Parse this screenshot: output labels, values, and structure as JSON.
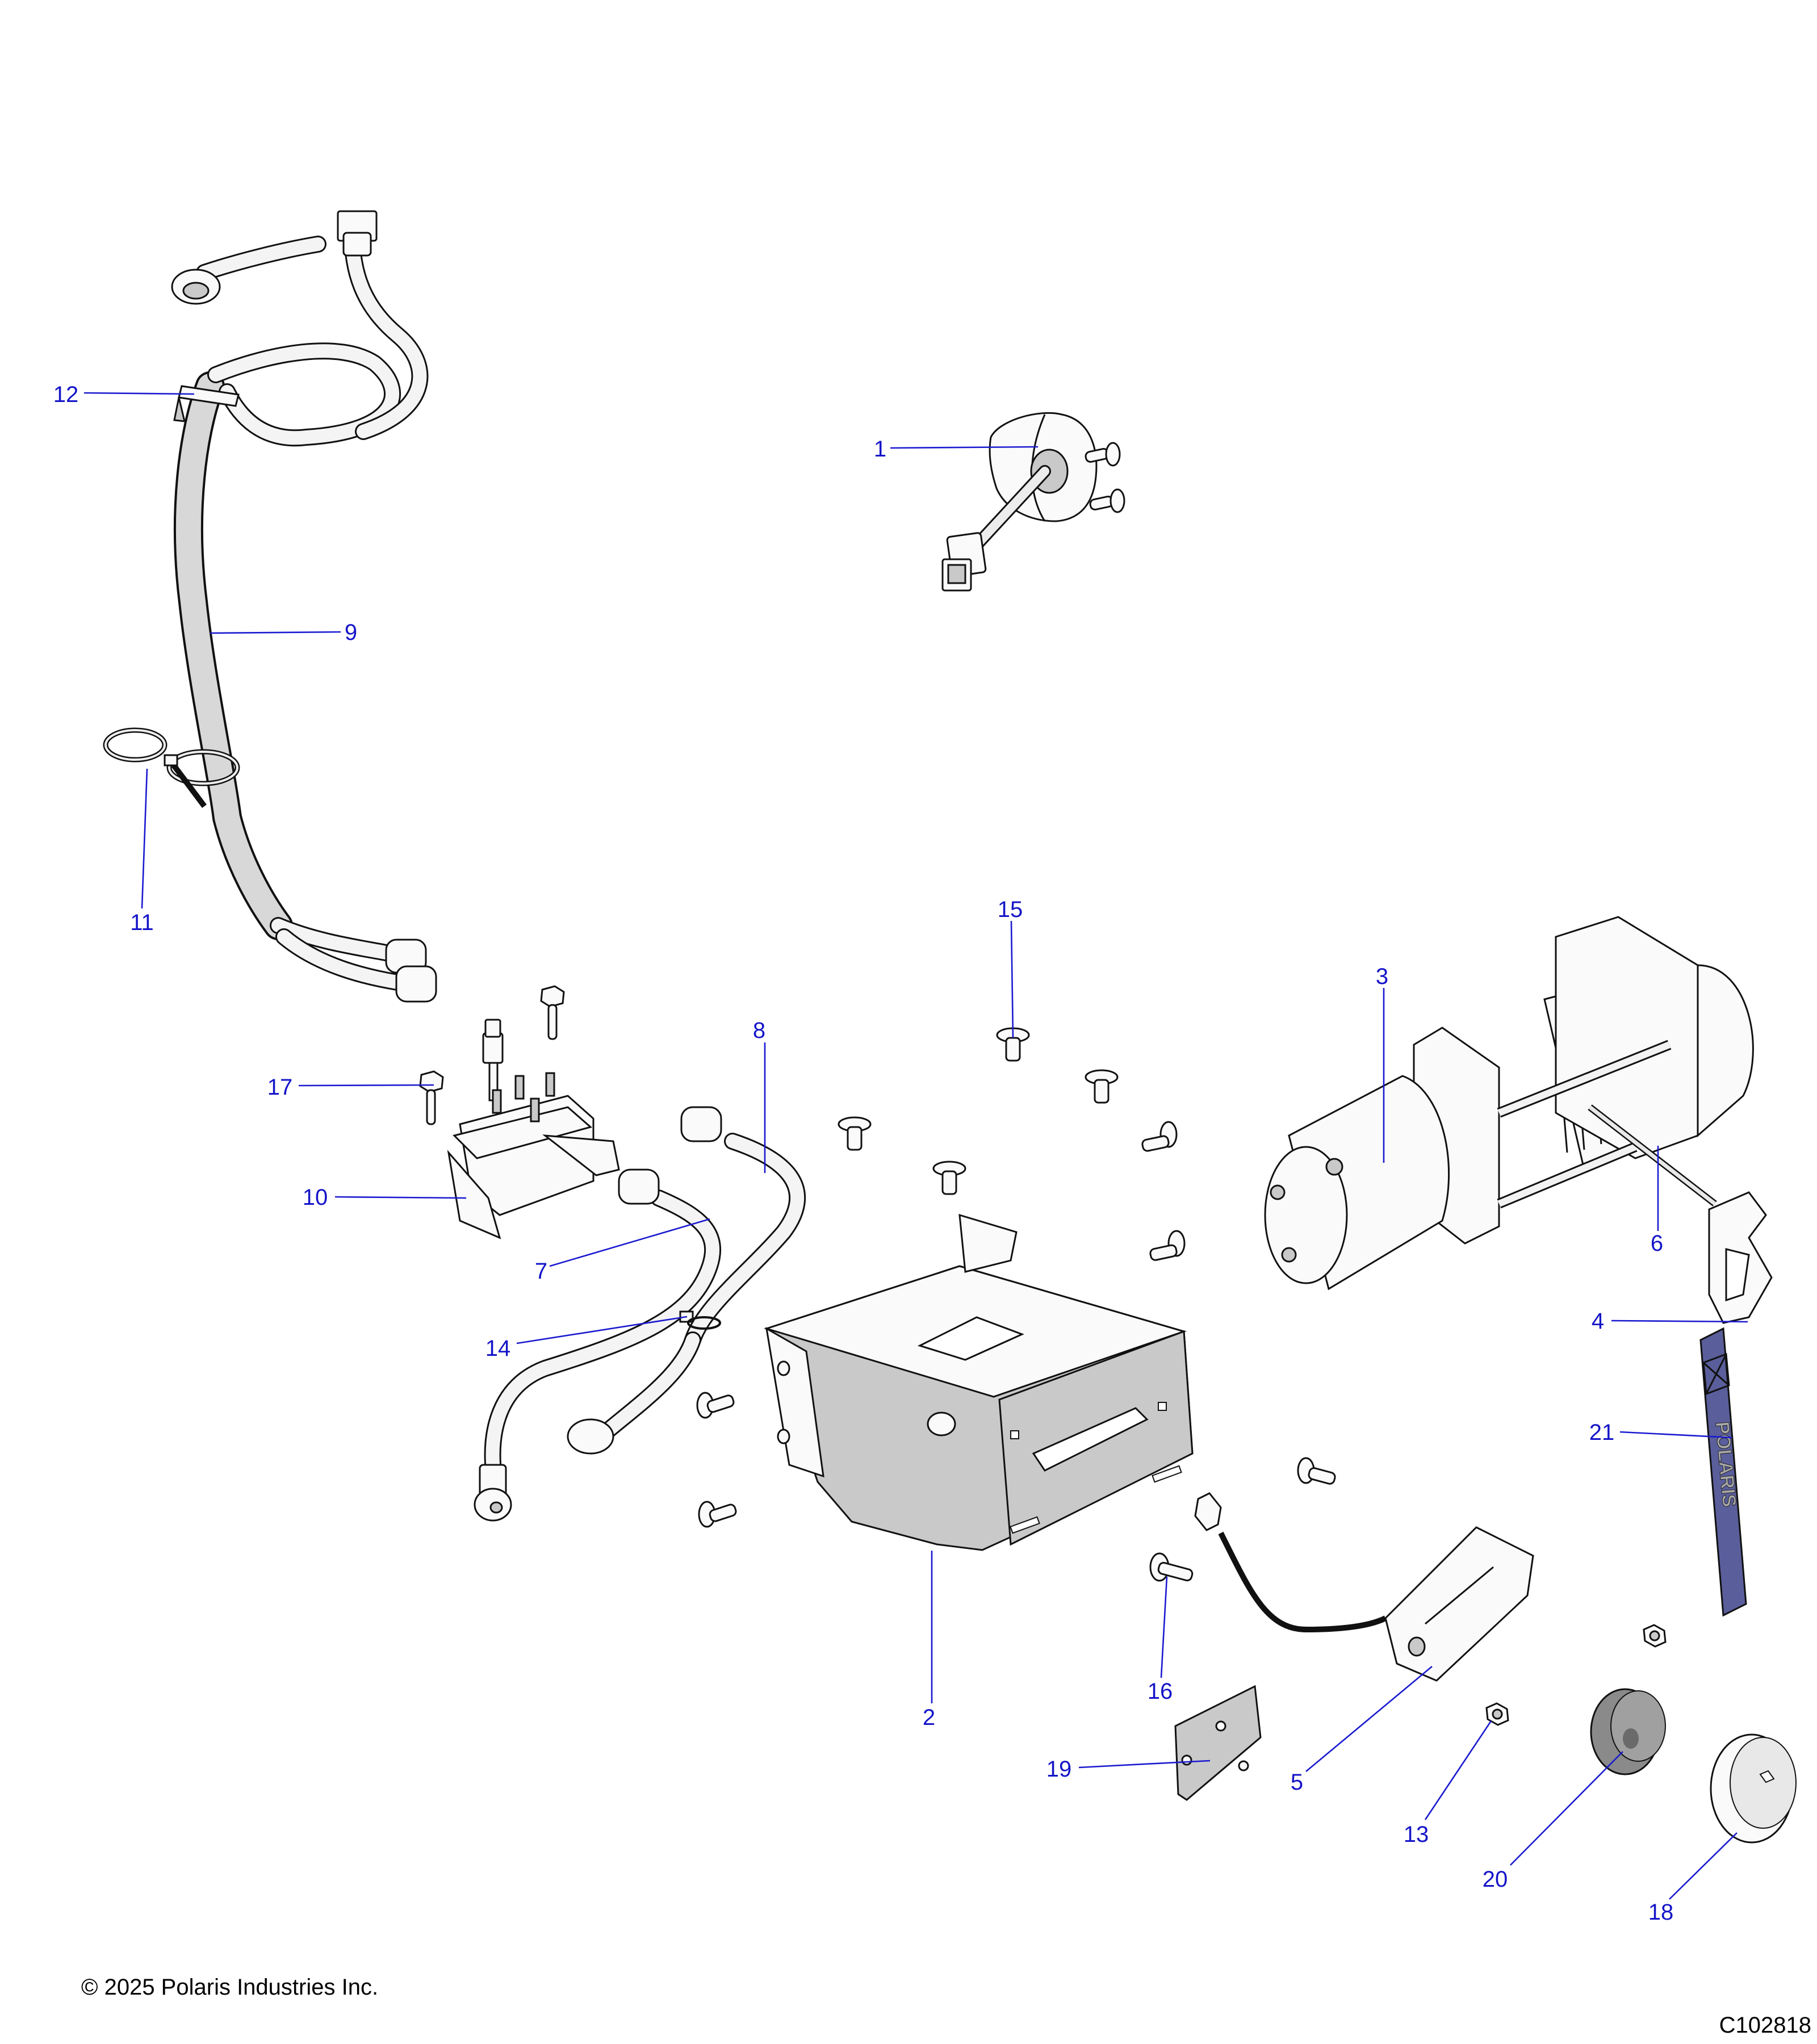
{
  "diagram": {
    "title": "Winch assembly exploded parts diagram",
    "label_color": "#1414c8",
    "decal_color": "#5a5e9a",
    "callouts": [
      {
        "id": "1",
        "label": "1",
        "part": "winch switch"
      },
      {
        "id": "2",
        "label": "2",
        "part": "winch mount bracket"
      },
      {
        "id": "3",
        "label": "3",
        "part": "winch"
      },
      {
        "id": "4",
        "label": "4",
        "part": "winch hook"
      },
      {
        "id": "5",
        "label": "5",
        "part": "roller fairlead"
      },
      {
        "id": "6",
        "label": "6",
        "part": "winch cable"
      },
      {
        "id": "7",
        "label": "7",
        "part": "power cable"
      },
      {
        "id": "8",
        "label": "8",
        "part": "power cable"
      },
      {
        "id": "9",
        "label": "9",
        "part": "winch harness"
      },
      {
        "id": "10",
        "label": "10",
        "part": "contactor"
      },
      {
        "id": "11",
        "label": "11",
        "part": "cable tie"
      },
      {
        "id": "12",
        "label": "12",
        "part": "push-in clip"
      },
      {
        "id": "13",
        "label": "13",
        "part": "nut"
      },
      {
        "id": "14",
        "label": "14",
        "part": "cable tie"
      },
      {
        "id": "15",
        "label": "15",
        "part": "screw"
      },
      {
        "id": "16",
        "label": "16",
        "part": "screw"
      },
      {
        "id": "17",
        "label": "17",
        "part": "bolt"
      },
      {
        "id": "18",
        "label": "18",
        "part": "hook stopper"
      },
      {
        "id": "19",
        "label": "19",
        "part": "plate"
      },
      {
        "id": "20",
        "label": "20",
        "part": "rubber stopper"
      },
      {
        "id": "21",
        "label": "21",
        "part": "decal"
      }
    ],
    "decal_text": "POLARIS"
  },
  "footer": {
    "copyright": "© 2025 Polaris Industries Inc.",
    "drawing_number": "C102818"
  }
}
